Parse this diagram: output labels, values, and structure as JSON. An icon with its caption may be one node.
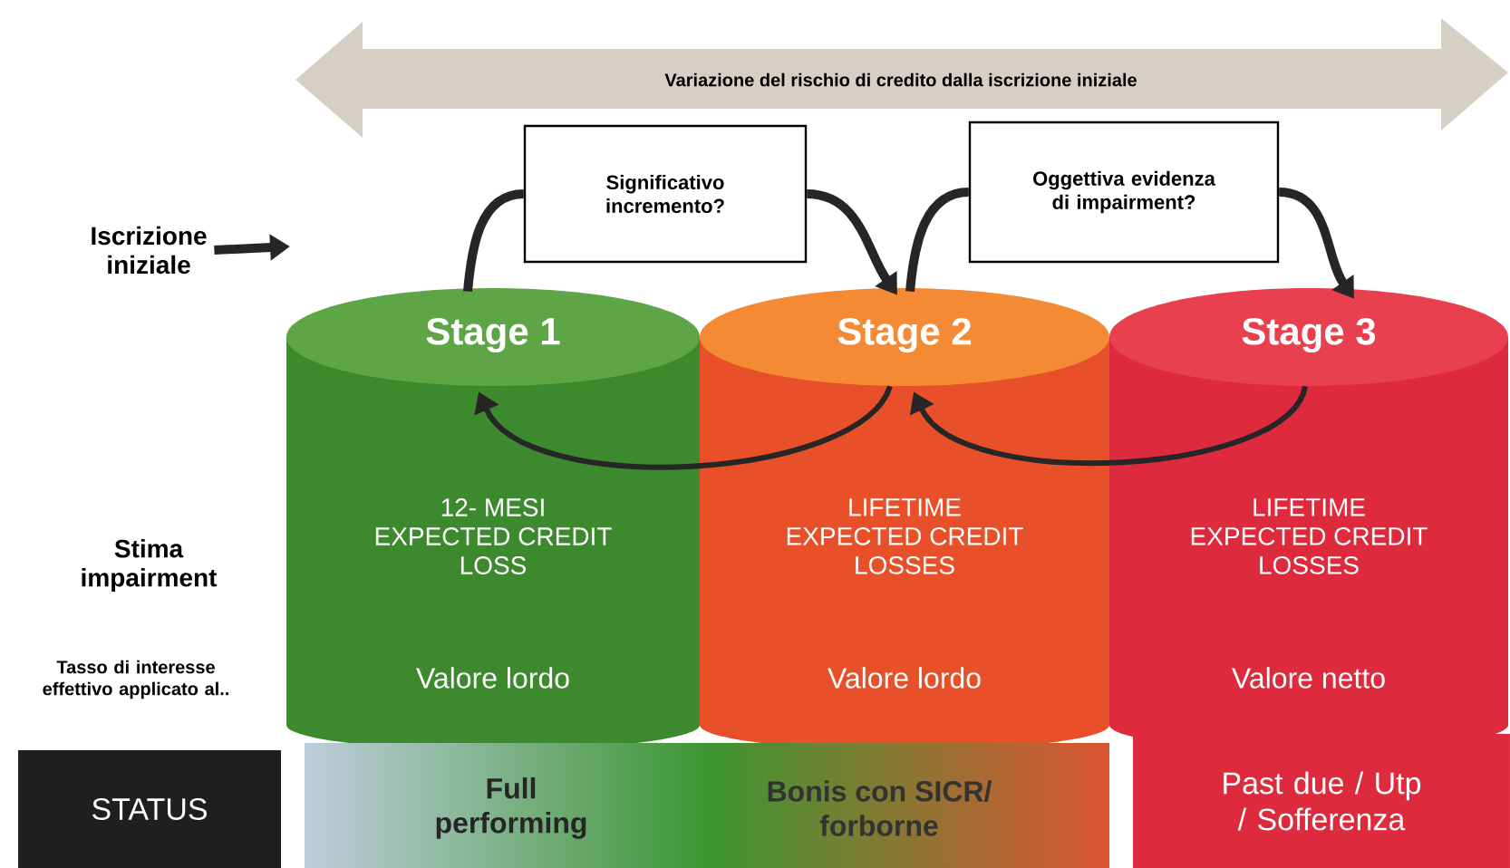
{
  "diagram": {
    "nodes": [
      {
        "text": [
          "Variazione del rischio di credito dalla iscrizione iniziale"
        ]
      },
      {
        "text": [
          "Iscrizione iniziale"
        ]
      },
      {
        "text": [
          "Significativo incremento?"
        ]
      },
      {
        "text": [
          "Oggettiva evidenza di impairment?"
        ]
      },
      {
        "text": [
          "Stage 1",
          "12- MESI EXPECTED CREDIT LOSS",
          "Valore lordo"
        ]
      },
      {
        "text": [
          "Stage 2",
          "LIFETIME EXPECTED CREDIT LOSSES",
          "Valore lordo"
        ]
      },
      {
        "text": [
          "Stage 3",
          "LIFETIME EXPECTED CREDIT LOSSES",
          "Valore netto"
        ]
      },
      {
        "text": [
          "STATUS"
        ]
      },
      {
        "text": [
          "Full performing",
          "Bonis con SICR/ forborne"
        ]
      },
      {
        "text": [
          "Past due / Utp / Sofferenza"
        ]
      }
    ],
    "edges": [
      {
        "from": 1,
        "to": null,
        "arrow": "to"
      },
      {
        "from": 4,
        "to": 2,
        "arrow": "none"
      },
      {
        "from": 2,
        "to": 5,
        "arrow": "to"
      },
      {
        "from": 5,
        "to": 3,
        "arrow": "none"
      },
      {
        "from": 3,
        "to": 6,
        "arrow": "to"
      },
      {
        "from": 5,
        "to": 4,
        "arrow": "to"
      },
      {
        "from": 6,
        "to": 5,
        "arrow": "to"
      }
    ],
    "labels": [
      "Stima impairment",
      "Tasso di interesse effettivo applicato al.."
    ]
  }
}
